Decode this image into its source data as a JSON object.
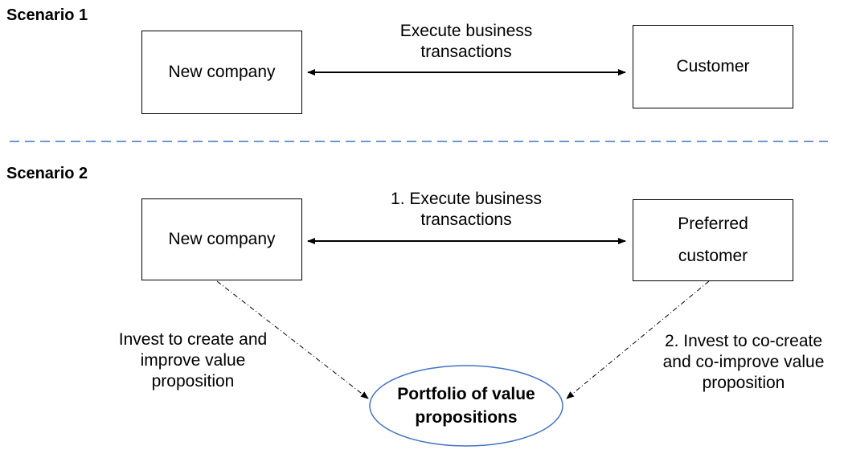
{
  "scenario1": {
    "heading": "Scenario 1",
    "left_box": "New company",
    "right_box": "Customer",
    "arrow_label_line1": "Execute business",
    "arrow_label_line2": "transactions"
  },
  "scenario2": {
    "heading": "Scenario 2",
    "left_box": "New company",
    "right_box_line1": "Preferred",
    "right_box_line2": "customer",
    "arrow_label_line1": "1. Execute business",
    "arrow_label_line2": "transactions",
    "left_invest_line1": "Invest to create and",
    "left_invest_line2": "improve value",
    "left_invest_line3": "proposition",
    "right_invest_line1": "2. Invest to co-create",
    "right_invest_line2": "and co-improve value",
    "right_invest_line3": "proposition",
    "ellipse_line1": "Portfolio of value",
    "ellipse_line2": "propositions"
  },
  "colors": {
    "divider": "#4472c4",
    "ellipse_border": "#4472c4",
    "lines": "#000000"
  }
}
